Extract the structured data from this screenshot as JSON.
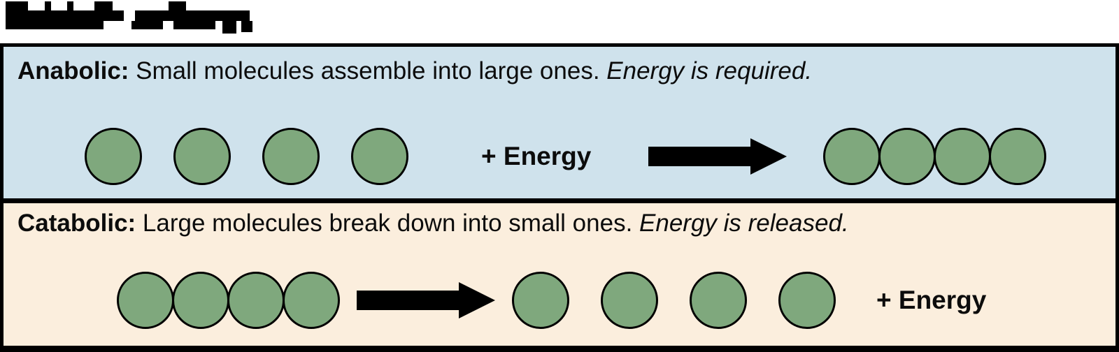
{
  "title": {
    "legible": false
  },
  "colors": {
    "anabolic_bg": "#cfe2ec",
    "catabolic_bg": "#fbeedd",
    "molecule_fill": "#7fa87d",
    "molecule_stroke": "#000000",
    "border": "#000000",
    "text": "#0c0c0c"
  },
  "panels": [
    {
      "id": "anabolic",
      "heading_bold": "Anabolic:",
      "heading_normal": " Small molecules assemble into large ones. ",
      "heading_italic": "Energy is required.",
      "row": [
        {
          "type": "circle-group",
          "count": 4,
          "joined": false
        },
        {
          "type": "label",
          "text": "+ Energy"
        },
        {
          "type": "arrow",
          "icon": "right-arrow"
        },
        {
          "type": "circle-group",
          "count": 4,
          "joined": true
        }
      ]
    },
    {
      "id": "catabolic",
      "heading_bold": "Catabolic:",
      "heading_normal": " Large molecules break down into small ones. ",
      "heading_italic": "Energy is released.",
      "row": [
        {
          "type": "circle-group",
          "count": 4,
          "joined": true
        },
        {
          "type": "arrow",
          "icon": "right-arrow"
        },
        {
          "type": "circle-group",
          "count": 4,
          "joined": false
        },
        {
          "type": "label",
          "text": "+ Energy"
        }
      ]
    }
  ]
}
